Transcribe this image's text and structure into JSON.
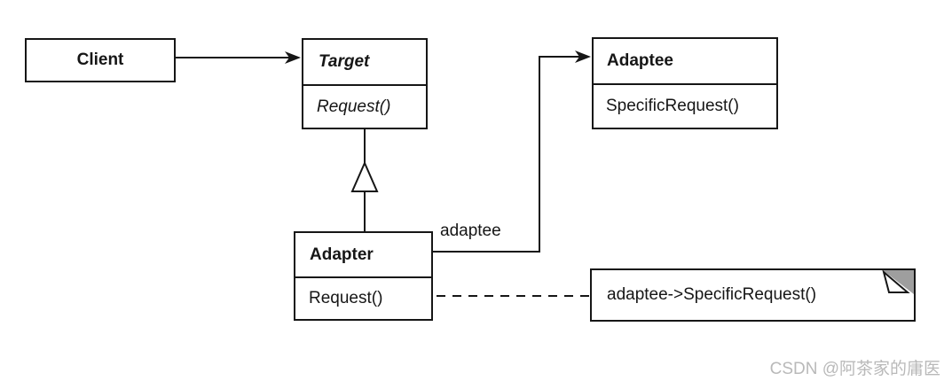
{
  "colors": {
    "line": "#161616",
    "background": "#ffffff",
    "note_fold": "#9e9e9e",
    "watermark": "#b9b9b9"
  },
  "classes": {
    "client": {
      "name": "Client"
    },
    "target": {
      "name": "Target",
      "method": "Request()"
    },
    "adaptee": {
      "name": "Adaptee",
      "method": "SpecificRequest()"
    },
    "adapter": {
      "name": "Adapter",
      "method": "Request()"
    }
  },
  "labels": {
    "adaptee_association": "adaptee"
  },
  "note": {
    "text": "adaptee->SpecificRequest()"
  },
  "watermark": {
    "text": "CSDN @阿茶家的庸医"
  }
}
